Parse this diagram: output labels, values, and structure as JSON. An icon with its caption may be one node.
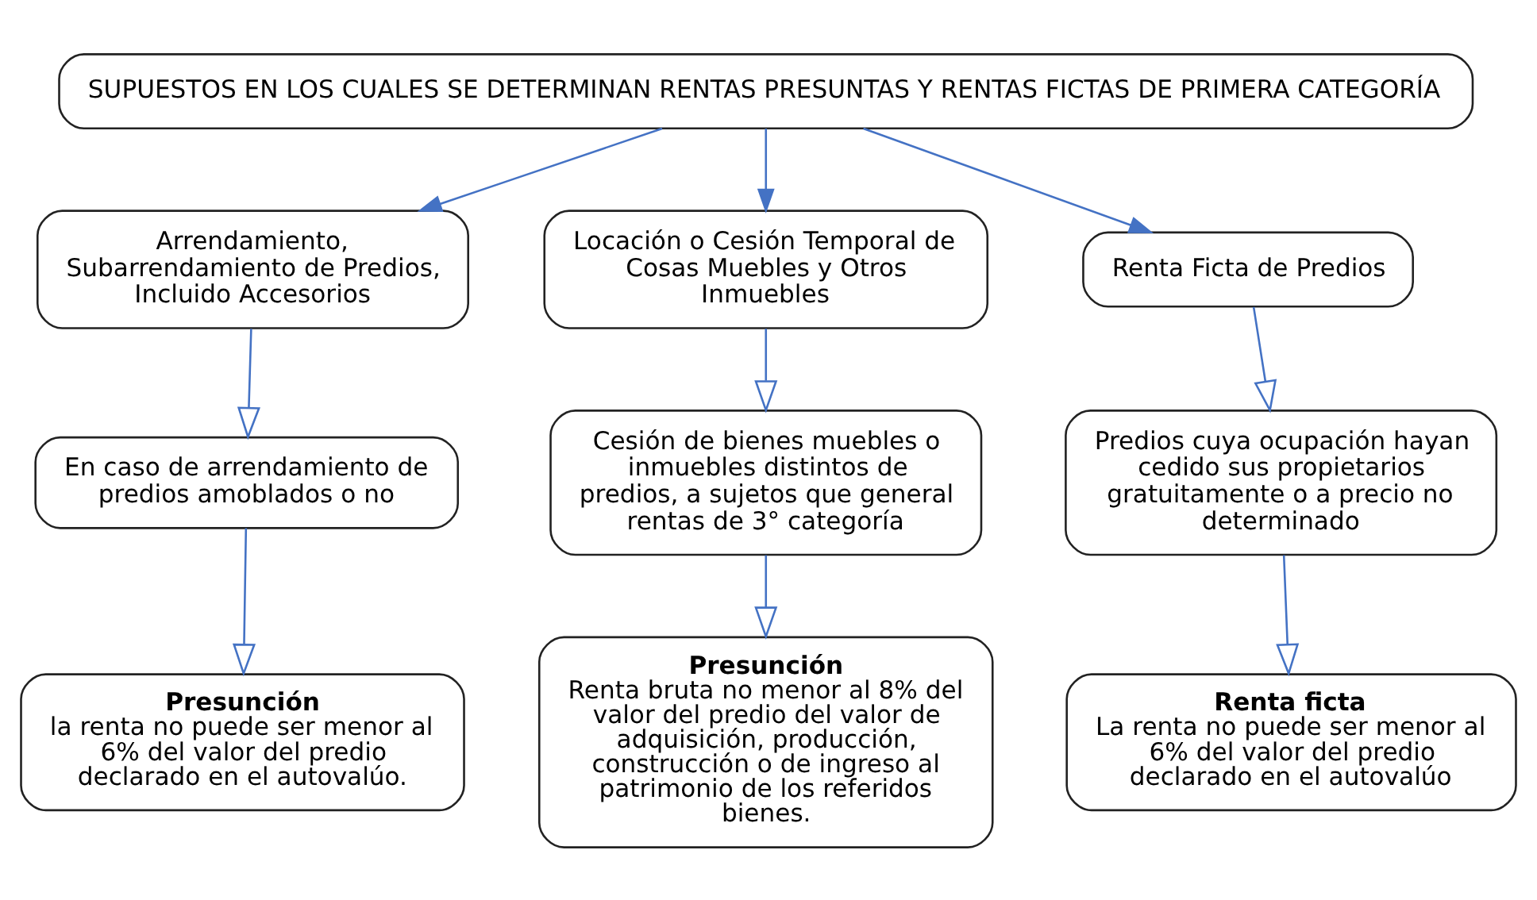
{
  "diagram": {
    "nodes": [
      {
        "text": [
          "SUPUESTOS EN LOS CUALES SE DETERMINAN RENTAS PRESUNTAS Y RENTAS FICTAS DE PRIMERA CATEGORÍA"
        ]
      },
      {
        "text": [
          "Arrendamiento, Subarrendamiento de Predios, Incluido Accesorios"
        ]
      },
      {
        "text": [
          "Locación o Cesión Temporal de Cosas Muebles y Otros Inmuebles"
        ]
      },
      {
        "text": [
          "Renta Ficta de Predios"
        ]
      },
      {
        "text": [
          "En caso de arrendamiento de predios amoblados o no"
        ]
      },
      {
        "text": [
          "Cesión de bienes muebles o inmuebles distintos de predios, a sujetos que general rentas de 3° categoría"
        ]
      },
      {
        "text": [
          "Predios cuya ocupación hayan cedido sus propietarios gratuitamente o a precio no determinado"
        ]
      },
      {
        "text": [
          "Presunción",
          "la renta no puede ser menor al 6% del valor del predio declarado en el autovalúo."
        ]
      },
      {
        "text": [
          "Presunción",
          "Renta bruta no menor al 8% del valor del predio del valor de adquisición, producción, construcción o de ingreso al patrimonio de los referidos bienes."
        ]
      },
      {
        "text": [
          "Renta ficta",
          "La renta no puede ser menor al 6% del valor del predio declarado en el autovalúo"
        ]
      }
    ],
    "edges": [
      {
        "from": 0,
        "to": 1,
        "arrow": "to"
      },
      {
        "from": 0,
        "to": 2,
        "arrow": "to"
      },
      {
        "from": 0,
        "to": 3,
        "arrow": "to"
      },
      {
        "from": 1,
        "to": 4,
        "arrow": "to"
      },
      {
        "from": 2,
        "to": 5,
        "arrow": "to"
      },
      {
        "from": 3,
        "to": 6,
        "arrow": "to"
      },
      {
        "from": 4,
        "to": 7,
        "arrow": "to"
      },
      {
        "from": 5,
        "to": 8,
        "arrow": "to"
      },
      {
        "from": 6,
        "to": 9,
        "arrow": "to"
      }
    ]
  }
}
